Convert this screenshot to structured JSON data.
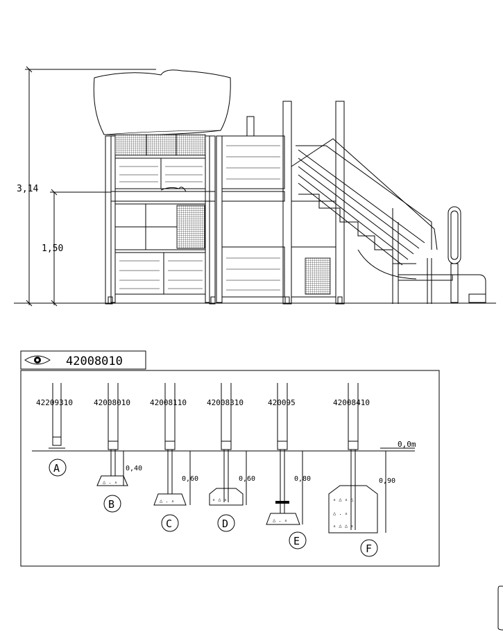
{
  "elevation": {
    "total_height": "3,14",
    "deck_height": "1,50"
  },
  "header": {
    "icon": "eye-icon",
    "product_code": "42008010"
  },
  "ground_level": "0,0m",
  "anchorings": [
    {
      "code": "42209310",
      "letter": "A",
      "depth": ""
    },
    {
      "code": "42008010",
      "letter": "B",
      "depth": "0,40"
    },
    {
      "code": "42008110",
      "letter": "C",
      "depth": "0,60"
    },
    {
      "code": "42008310",
      "letter": "D",
      "depth": "0,60"
    },
    {
      "code": "420095",
      "letter": "E",
      "depth": "0,80"
    },
    {
      "code": "42008410",
      "letter": "F",
      "depth": "0,90"
    }
  ]
}
